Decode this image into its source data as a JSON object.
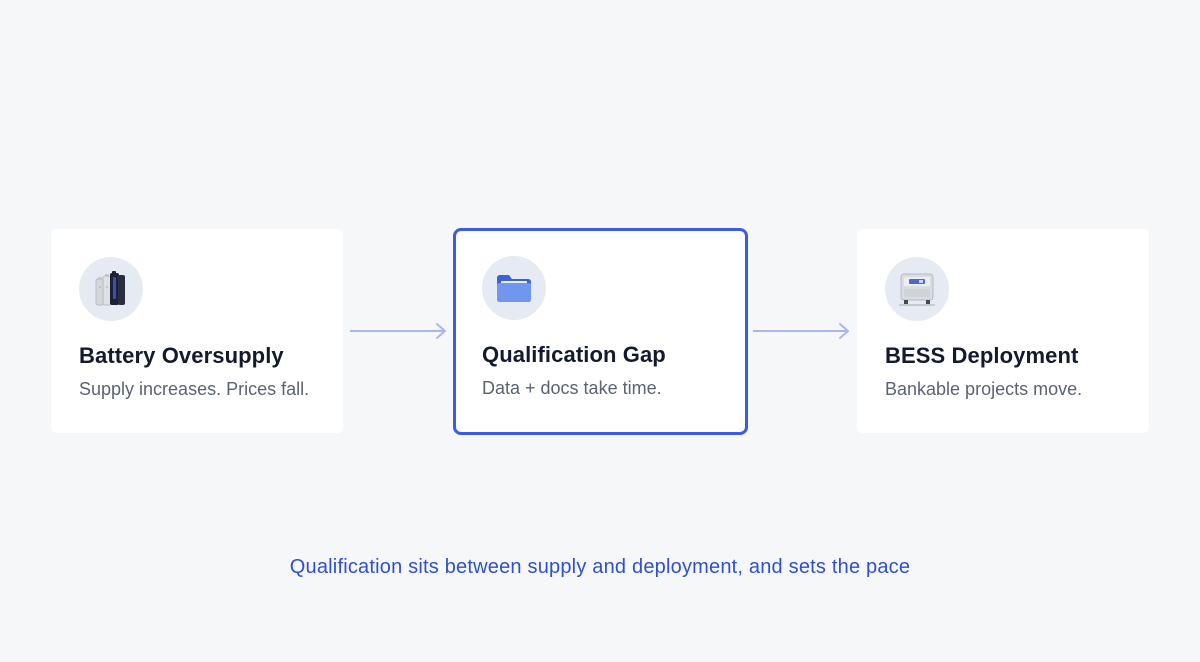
{
  "steps": [
    {
      "title": "Battery Oversupply",
      "description": "Supply increases. Prices fall.",
      "icon": "battery-cells-icon"
    },
    {
      "title": "Qualification Gap",
      "description": "Data + docs take time.",
      "icon": "folder-icon",
      "highlighted": true
    },
    {
      "title": "BESS Deployment",
      "description": "Bankable projects move.",
      "icon": "battery-storage-unit-icon"
    }
  ],
  "caption": "Qualification sits between supply and deployment, and sets the pace",
  "colors": {
    "accent": "#3b5be8",
    "caption": "#2f4fd3",
    "arrow": "#aab6f4",
    "background": "#f6f7f9",
    "card": "#ffffff",
    "icon_circle": "#e6ebf3"
  }
}
